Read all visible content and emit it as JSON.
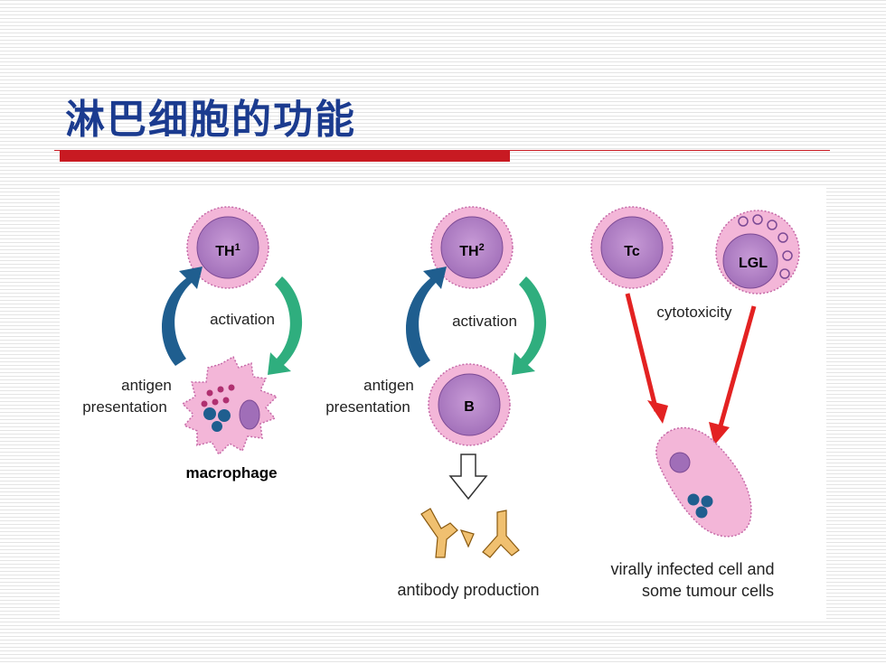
{
  "slide": {
    "title": "淋巴细胞的功能"
  },
  "diagram": {
    "cells": {
      "th1": {
        "label_main": "TH",
        "label_sup": "1"
      },
      "th2": {
        "label_main": "TH",
        "label_sup": "2"
      },
      "tc": {
        "label": "Tc"
      },
      "lgl": {
        "label": "LGL"
      },
      "b": {
        "label": "B"
      }
    },
    "labels": {
      "activation_left": "activation",
      "activation_mid": "activation",
      "antigen_left_1": "antigen",
      "antigen_left_2": "presentation",
      "antigen_mid_1": "antigen",
      "antigen_mid_2": "presentation",
      "macrophage": "macrophage",
      "cytotoxicity": "cytotoxicity",
      "antibody_production": "antibody production",
      "target_line1": "virally infected cell and",
      "target_line2": "some tumour cells"
    },
    "colors": {
      "title": "#1b3b8f",
      "rule": "#c81a22",
      "cell_outer": "#f3b6d8",
      "cell_inner": "#b07cc4",
      "arrow_blue": "#1f5e8f",
      "arrow_green": "#2fae7e",
      "arrow_red": "#e32222",
      "antibody": "#f0c070"
    }
  }
}
